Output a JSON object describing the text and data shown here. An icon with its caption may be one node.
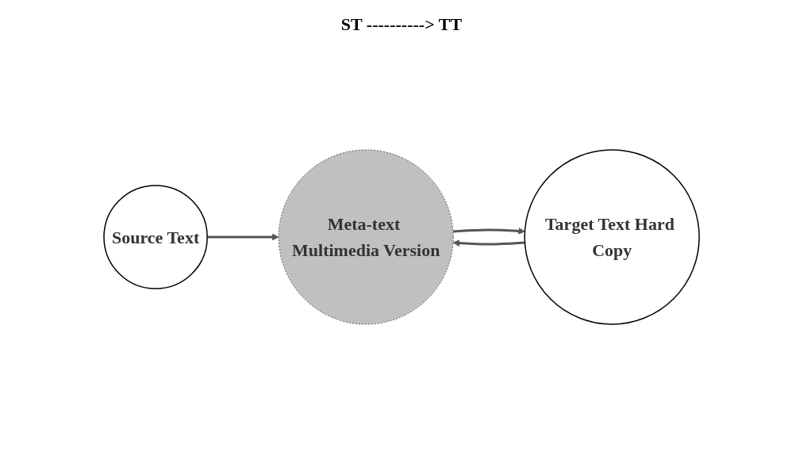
{
  "diagram": {
    "title": "ST ----------> TT",
    "nodes": [
      {
        "text": [
          "Source Text"
        ]
      },
      {
        "text": [
          "Meta-text Multimedia Version"
        ]
      },
      {
        "text": [
          "Target Text Hard Copy"
        ]
      }
    ],
    "edges": [
      {
        "from": 0,
        "to": 1,
        "arrow": "to"
      },
      {
        "from": 1,
        "to": 2,
        "arrow": "to"
      },
      {
        "from": 2,
        "to": 1,
        "arrow": "to"
      }
    ]
  }
}
